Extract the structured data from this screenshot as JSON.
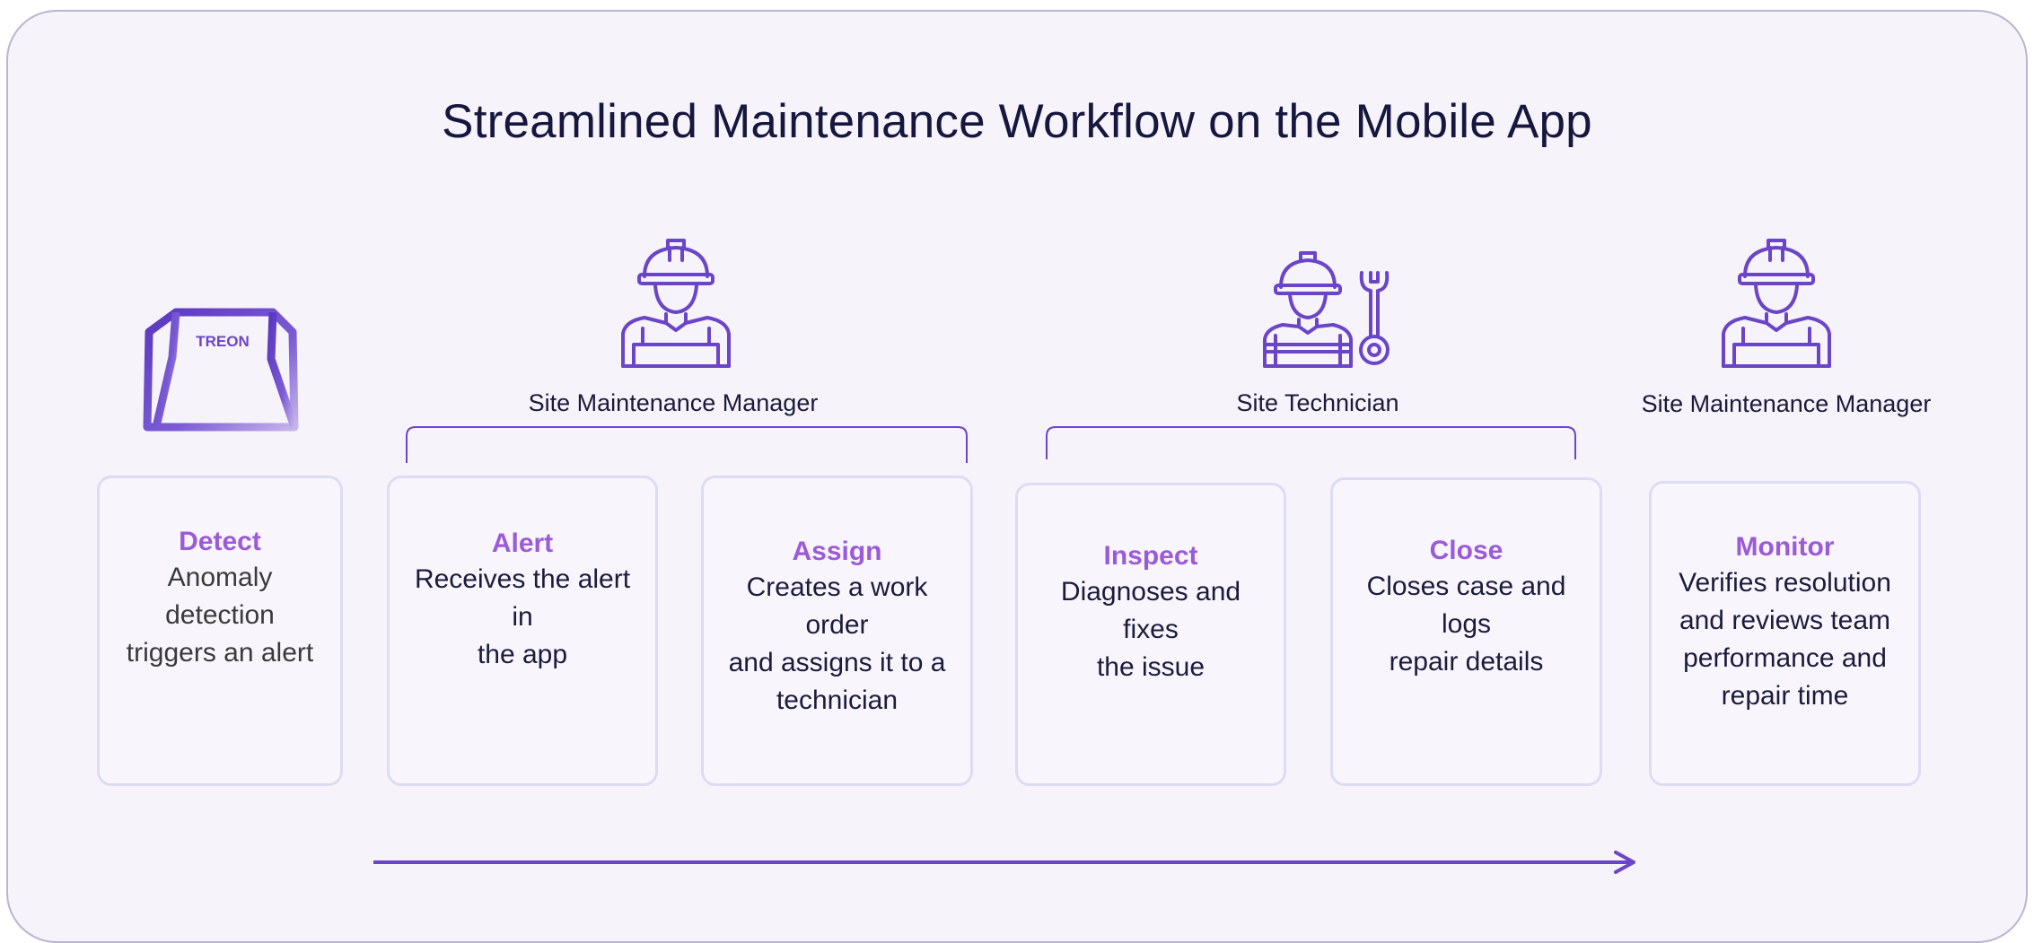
{
  "title": "Streamlined Maintenance Workflow on the Mobile App",
  "colors": {
    "accent": "#9b5ad8",
    "icon": "#6a45c8",
    "card_border": "#dcdcf3",
    "text": "#15173f"
  },
  "roles": [
    {
      "label": "Site Maintenance Manager",
      "icon": "worker-icon"
    },
    {
      "label": "Site Technician",
      "icon": "technician-with-wrench-icon"
    },
    {
      "label": "Site Maintenance Manager",
      "icon": "worker-icon"
    }
  ],
  "device": {
    "brand": "TREON",
    "icon": "treon-sensor-device-icon"
  },
  "steps": [
    {
      "title": "Detect",
      "desc_lines": [
        "Anomaly detection",
        "triggers an alert"
      ]
    },
    {
      "title": "Alert",
      "desc_lines": [
        "Receives the alert in",
        "the app"
      ]
    },
    {
      "title": "Assign",
      "desc_lines": [
        "Creates a work order",
        "and assigns it to a",
        "technician"
      ]
    },
    {
      "title": "Inspect",
      "desc_lines": [
        "Diagnoses and fixes",
        "the issue"
      ]
    },
    {
      "title": "Close",
      "desc_lines": [
        "Closes case and logs",
        "repair details"
      ]
    },
    {
      "title": "Monitor",
      "desc_lines": [
        "Verifies resolution",
        "and reviews team",
        "performance and",
        "repair time"
      ]
    }
  ]
}
